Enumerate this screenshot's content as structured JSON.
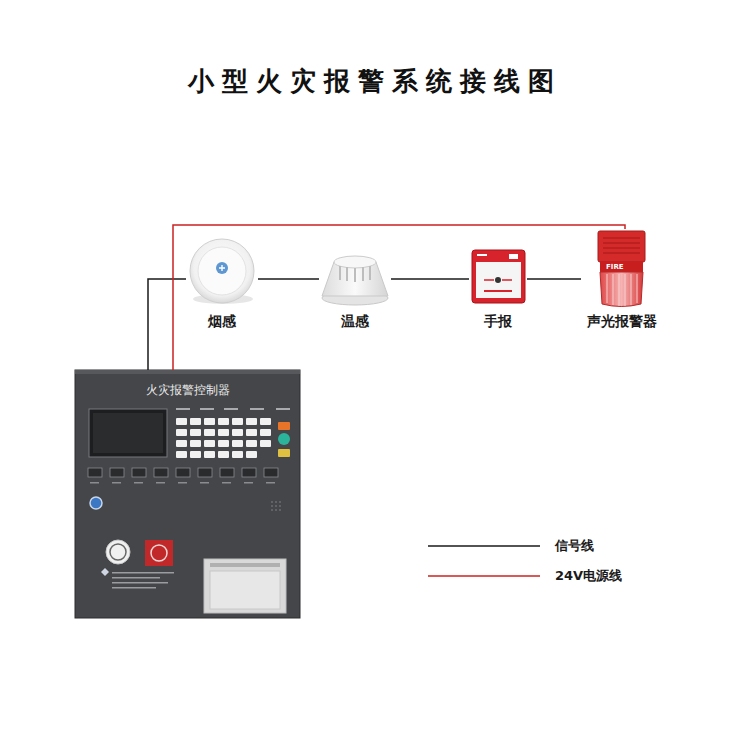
{
  "diagram": {
    "title": "小型火灾报警系统接线图",
    "nodes": [
      {
        "text": [
          "烟感"
        ]
      },
      {
        "text": [
          "温感"
        ]
      },
      {
        "text": [
          "手报"
        ]
      },
      {
        "text": [
          "声光报警器"
        ]
      },
      {
        "text": [
          "火灾报警控制器"
        ]
      }
    ],
    "edges": [
      {
        "from": 4,
        "to": 0,
        "arrow": "none"
      },
      {
        "from": 0,
        "to": 1,
        "arrow": "none"
      },
      {
        "from": 1,
        "to": 2,
        "arrow": "none"
      },
      {
        "from": 2,
        "to": 3,
        "arrow": "none"
      },
      {
        "from": 4,
        "to": 3,
        "arrow": "none"
      }
    ],
    "labels": [
      "FIRE"
    ],
    "legend": [
      {
        "text": "信号线"
      },
      {
        "text": "24V电源线"
      }
    ]
  }
}
